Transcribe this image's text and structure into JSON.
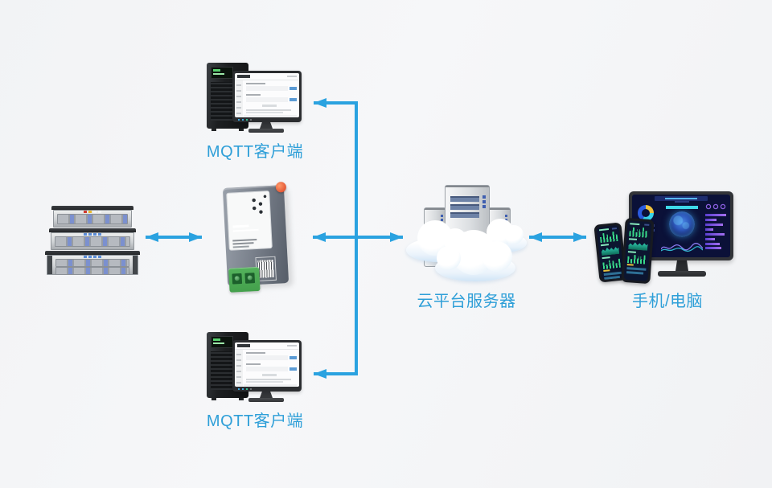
{
  "colors": {
    "arrow": "#2AA2E0",
    "label": "#2E9FD8",
    "sticker_green": "#86C440",
    "terminal_green": "#44A04C",
    "dashboard_navy": "#0B1138",
    "phone_chart_green": "#39D98A"
  },
  "nodes": {
    "server_rack": {
      "label": ""
    },
    "din_gateway": {
      "label": ""
    },
    "mqtt_client_top": {
      "label": "MQTT客户端"
    },
    "mqtt_client_bottom": {
      "label": "MQTT客户端"
    },
    "cloud_server": {
      "label": "云平台服务器"
    },
    "phone_computer": {
      "label": "手机/电脑"
    }
  },
  "connections": [
    {
      "from": "server-rack",
      "to": "din-gateway",
      "direction": "bidirectional"
    },
    {
      "from": "din-gateway",
      "to": "cloud-server",
      "direction": "bidirectional"
    },
    {
      "from": "din-gateway",
      "to": "mqtt-client-top",
      "direction": "outgoing"
    },
    {
      "from": "din-gateway",
      "to": "mqtt-client-bottom",
      "direction": "outgoing"
    },
    {
      "from": "cloud-server",
      "to": "phone-computer",
      "direction": "bidirectional"
    }
  ]
}
